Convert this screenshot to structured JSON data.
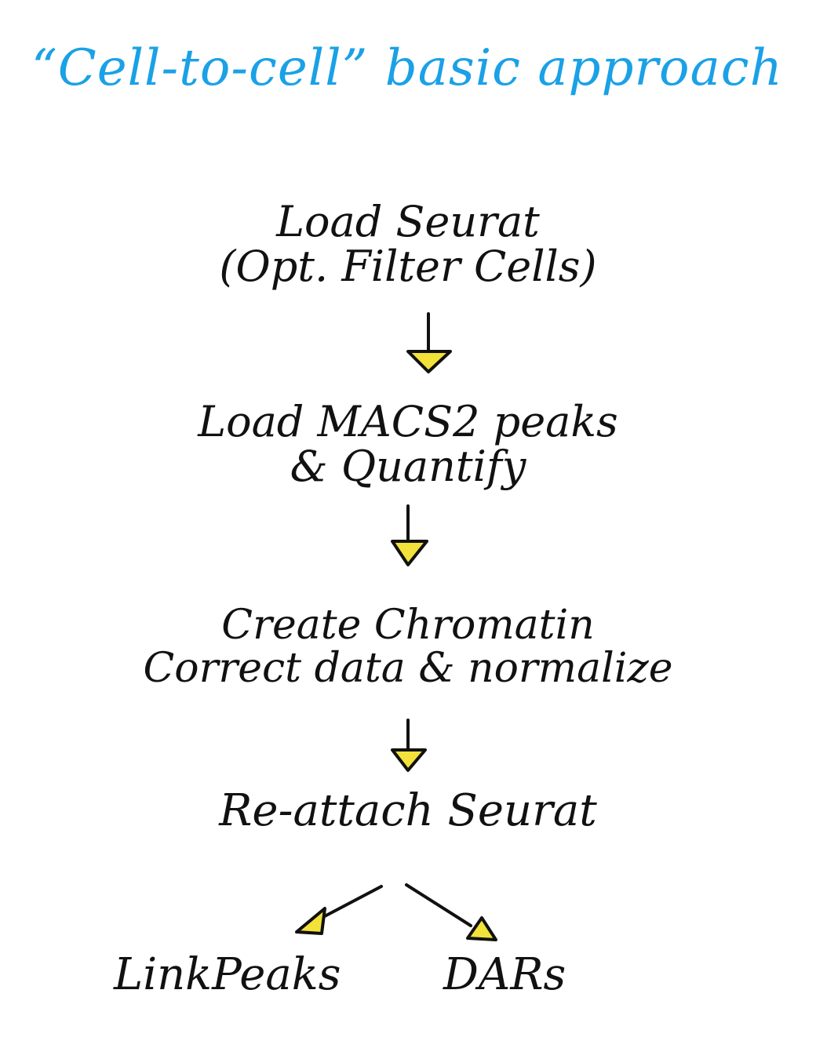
{
  "diagram": {
    "title": "“Cell-to-cell” basic approach",
    "steps": [
      {
        "lines": [
          "Load Seurat",
          "(Opt. Filter Cells)"
        ]
      },
      {
        "lines": [
          "Load MACS2 peaks",
          "& Quantify"
        ]
      },
      {
        "lines": [
          "Create Chromatin",
          "Correct data & normalize"
        ]
      },
      {
        "lines": [
          "Re-attach Seurat"
        ]
      }
    ],
    "branches": [
      {
        "label": "LinkPeaks"
      },
      {
        "label": "DARs"
      }
    ],
    "colors": {
      "title": "#1aa1e6",
      "text": "#111111",
      "arrow_fill": "#f2e23a",
      "arrow_stroke": "#111111"
    }
  }
}
